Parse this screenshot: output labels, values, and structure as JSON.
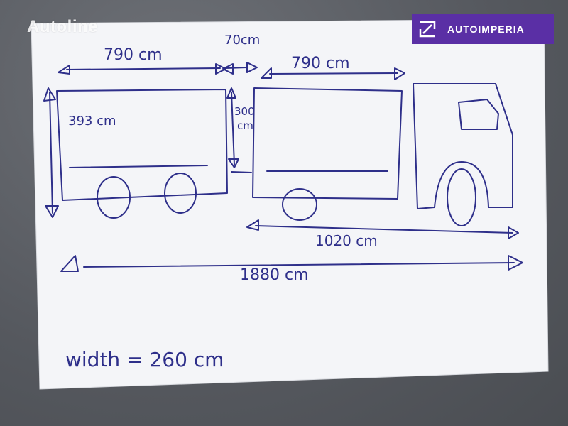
{
  "watermark": {
    "text": "Autoline"
  },
  "brand": {
    "text": "AUTOIMPERIA",
    "color": "#5a2fa5"
  },
  "sketch": {
    "ink_color": "#2e2f8a",
    "labels": {
      "trailer_length": "790 cm",
      "gap": "70cm",
      "truck_body_length": "790 cm",
      "trailer_height": "393 cm",
      "truck_height_top": "300",
      "truck_height_unit": "cm",
      "truck_length": "1020 cm",
      "total_length": "1880 cm",
      "width": "width = 260 cm"
    }
  }
}
